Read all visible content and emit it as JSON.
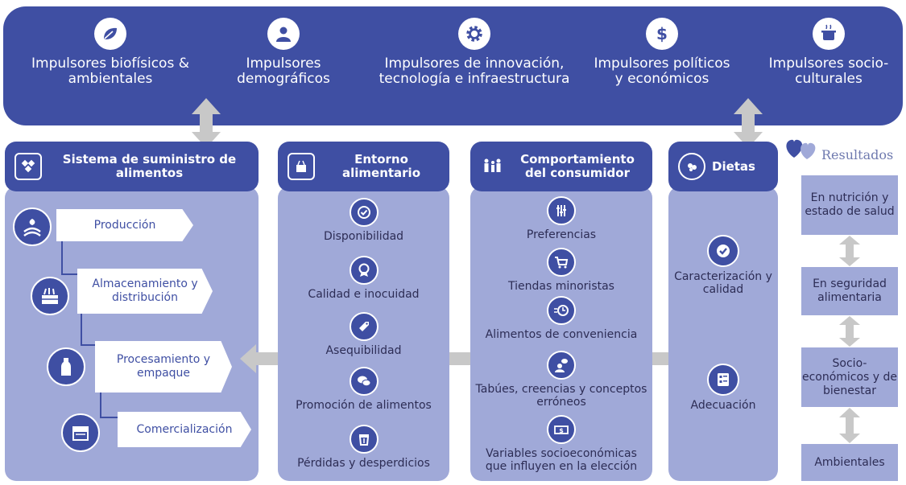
{
  "top_banner": {
    "drivers": [
      {
        "label": "Impulsores biofísicos & ambientales",
        "icon": "leaf-icon"
      },
      {
        "label": "Impulsores demográficos",
        "icon": "person-icon"
      },
      {
        "label": "Impulsores de innovación, tecnología e infraestructura",
        "icon": "gear-icon"
      },
      {
        "label": "Impulsores políticos y económicos",
        "icon": "dollar-icon"
      },
      {
        "label": "Impulsores socio-culturales",
        "icon": "cooking-pot-icon"
      }
    ]
  },
  "supply": {
    "title": "Sistema de suministro de alimentos",
    "steps": [
      {
        "label": "Producción",
        "icon": "field-icon"
      },
      {
        "label": "Almacenamiento y distribución",
        "icon": "crate-icon"
      },
      {
        "label": "Procesamiento y empaque",
        "icon": "bottle-icon"
      },
      {
        "label": "Comercialización",
        "icon": "shop-icon"
      }
    ]
  },
  "environment": {
    "title": "Entorno alimentario",
    "items": [
      {
        "label": "Disponibilidad",
        "icon": "plate-check-icon"
      },
      {
        "label": "Calidad e inocuidad",
        "icon": "award-icon"
      },
      {
        "label": "Asequibilidad",
        "icon": "price-tag-icon"
      },
      {
        "label": "Promoción de alimentos",
        "icon": "speech-bubbles-icon"
      },
      {
        "label": "Pérdidas y desperdicios",
        "icon": "trash-icon"
      }
    ]
  },
  "consumer": {
    "title": "Comportamiento del consumidor",
    "items": [
      {
        "label": "Preferencias",
        "icon": "sliders-icon"
      },
      {
        "label": "Tiendas minoristas",
        "icon": "cart-icon"
      },
      {
        "label": "Alimentos de conveniencia",
        "icon": "clock-icon"
      },
      {
        "label": "Tabúes, creencias y conceptos erróneos",
        "icon": "thinking-person-icon"
      },
      {
        "label": "Variables socioeconómicas que influyen en la elección",
        "icon": "money-icon"
      }
    ]
  },
  "diets": {
    "title": "Dietas",
    "items": [
      {
        "label": "Caracterización y calidad",
        "icon": "check-circle-icon"
      },
      {
        "label": "Adecuación",
        "icon": "checklist-icon"
      }
    ]
  },
  "results": {
    "title": "Resultados",
    "items": [
      "En nutrición y estado de salud",
      "En seguridad alimentaria",
      "Socio-económicos y de bienestar",
      "Ambientales"
    ]
  },
  "colors": {
    "primary": "#3f4fa3",
    "light": "#a0a9d8",
    "arrow": "#c8c8c8"
  }
}
